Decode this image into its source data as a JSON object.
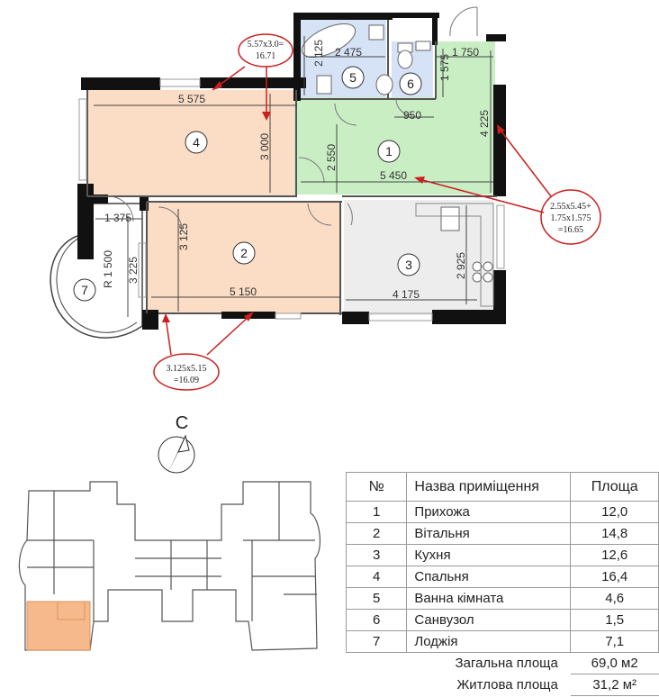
{
  "rooms": [
    {
      "num": "1",
      "fill": "#c9eec4"
    },
    {
      "num": "2",
      "fill": "#fbdcc4"
    },
    {
      "num": "3",
      "fill": "#ededed"
    },
    {
      "num": "4",
      "fill": "#fbdcc4"
    },
    {
      "num": "5",
      "fill": "#d6e3f7"
    },
    {
      "num": "6",
      "fill": "#d6e3f7"
    },
    {
      "num": "7",
      "fill": "#ffffff"
    }
  ],
  "dimensions": {
    "d5575": "5 575",
    "d3000": "3 000",
    "d2125": "2 125",
    "d2475": "2 475",
    "d1575": "1 575",
    "d1750": "1 750",
    "d950": "950",
    "d4225": "4 225",
    "d2550": "2 550",
    "d5450": "5 450",
    "d1375": "1 375",
    "d3225": "3 225",
    "dR1500": "R 1 500",
    "d3125": "3 125",
    "d5150": "5 150",
    "d2925": "2 925",
    "d4175": "4 175"
  },
  "annotations": {
    "bedroom_l1": "5.57x3.0=",
    "bedroom_l2": "16.71",
    "hall_l1": "2.55x5.45+",
    "hall_l2": "1.75x1.575",
    "hall_l3": "=16.65",
    "living_l1": "3.125x5.15",
    "living_l2": "=16.09"
  },
  "compass": {
    "label": "С"
  },
  "colors": {
    "annotation": "#cc1f1f",
    "highlight": "#f5b98c",
    "wall": "#111111"
  },
  "table": {
    "headers": [
      "№",
      "Назва приміщення",
      "Площа"
    ],
    "rows": [
      {
        "no": "1",
        "name": "Прихожа",
        "area": "12,0"
      },
      {
        "no": "2",
        "name": "Вітальня",
        "area": "14,8"
      },
      {
        "no": "3",
        "name": "Кухня",
        "area": "12,6"
      },
      {
        "no": "4",
        "name": "Спальня",
        "area": "16,4"
      },
      {
        "no": "5",
        "name": "Ванна кімната",
        "area": "4,6"
      },
      {
        "no": "6",
        "name": "Санвузол",
        "area": "1,5"
      },
      {
        "no": "7",
        "name": "Лоджія",
        "area": "7,1"
      }
    ],
    "total_label": "Загальна площа",
    "total_value": "69,0 м2",
    "living_label": "Житлова площа",
    "living_value": "31,2 м²"
  }
}
